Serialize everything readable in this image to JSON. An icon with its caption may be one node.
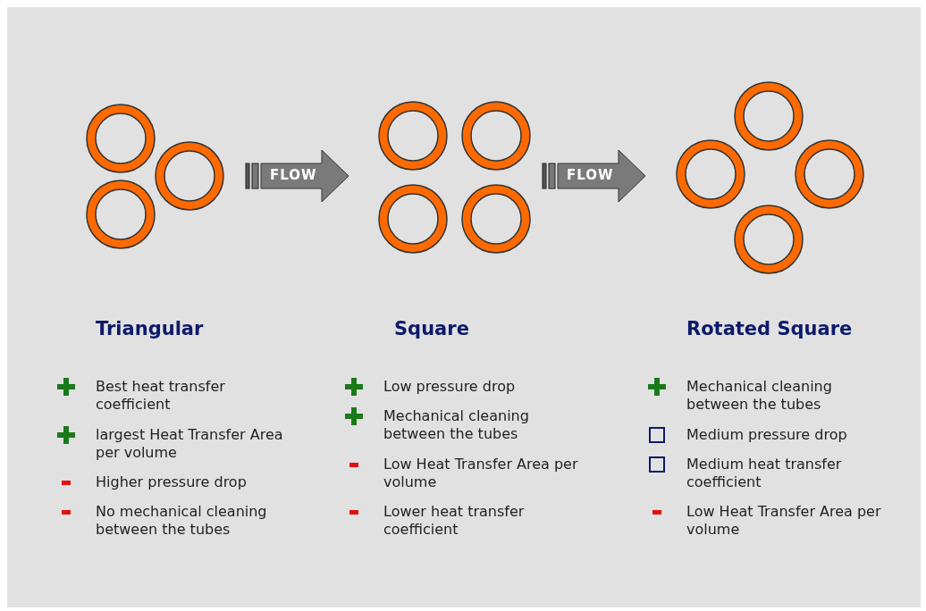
{
  "diagram": {
    "labels": [
      "FLOW",
      "FLOW",
      "Triangular",
      "Best heat transfer coefficient",
      "largest Heat Transfer Area per volume",
      "Higher pressure drop",
      "No mechanical cleaning between the tubes",
      "Square",
      "Low pressure drop",
      "Mechanical cleaning between the tubes",
      "Low Heat Transfer Area per volume",
      "Lower heat transfer coefficient",
      "Rotated Square",
      "Mechanical cleaning between the tubes",
      "Medium pressure drop",
      "Medium heat transfer coefficient",
      "Low Heat Transfer Area per volume"
    ]
  }
}
